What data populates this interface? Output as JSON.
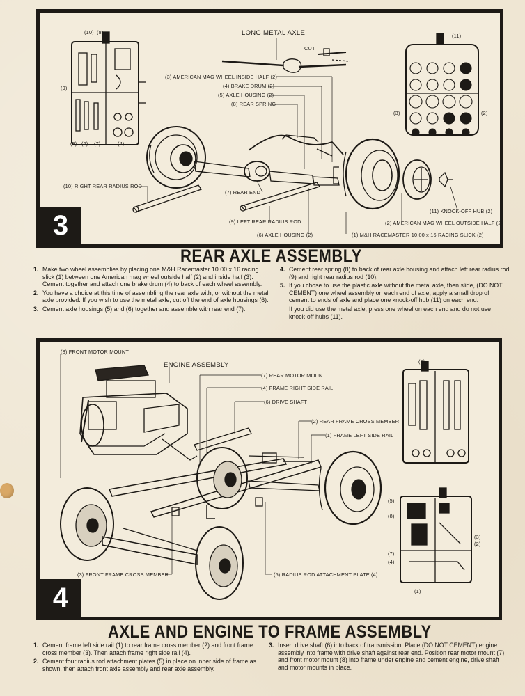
{
  "step3": {
    "number": "3",
    "title": "REAR AXLE ASSEMBLY",
    "labels": {
      "metal_axle": "LONG METAL AXLE",
      "cut": "CUT",
      "mag_inside": "(3) AMERICAN MAG WHEEL INSIDE HALF (2)",
      "brake_drum": "(4) BRAKE DRUM (2)",
      "axle_housing5": "(5) AXLE HOUSING (2)",
      "rear_spring": "(8) REAR SPRING",
      "right_radius": "(10) RIGHT REAR RADIUS ROD",
      "rear_end": "(7) REAR END",
      "left_radius": "(9) LEFT REAR RADIUS ROD",
      "axle_housing6": "(6) AXLE HOUSING (2)",
      "slick": "(1) M&H RACEMASTER 10.00 x 16 RACING SLICK (2)",
      "mag_outside": "(2) AMERICAN MAG WHEEL OUTSIDE HALF (2)",
      "knockoff": "(11) KNOCK-OFF HUB (2)",
      "sprue_left_top10": "(10)",
      "sprue_left_top8": "(8)",
      "sprue_left_9": "(9)",
      "sprue_left_5": "(5)",
      "sprue_left_6": "(6)",
      "sprue_left_7": "(7)",
      "sprue_left_4": "(4)",
      "sprue_right_11": "(11)",
      "sprue_right_3": "(3)",
      "sprue_right_2": "(2)"
    },
    "instructions_left": [
      {
        "n": "1.",
        "text": "Make two wheel assemblies by placing one M&H Racemaster 10.00 x 16 racing slick (1) between one American mag wheel outside half (2) and inside half (3). Cement together and attach one brake drum (4) to back of each wheel assembly."
      },
      {
        "n": "2.",
        "text": "You have a choice at this time of assembling the rear axle with, or without the metal axle provided. If you wish to use the metal axle, cut off the end of axle housings (6)."
      },
      {
        "n": "3.",
        "text": "Cement axle housings (5) and (6) together and assemble with rear end (7)."
      }
    ],
    "instructions_right": [
      {
        "n": "4.",
        "text": "Cement rear spring (8) to back of rear axle housing and attach left rear radius rod (9) and right rear radius rod (10)."
      },
      {
        "n": "5.",
        "text": "If you chose to use the plastic axle without the metal axle, then slide, (DO NOT CEMENT) one wheel assembly on each end of axle, apply a small drop of cement to ends of axle and place one knock-off hub (11) on each end."
      }
    ],
    "note": "If you did use the metal axle, press one wheel on each end and do not use knock-off hubs (11)."
  },
  "step4": {
    "number": "4",
    "title": "AXLE AND ENGINE TO FRAME ASSEMBLY",
    "labels": {
      "front_motor_mount": "(8) FRONT MOTOR MOUNT",
      "engine_assembly": "ENGINE ASSEMBLY",
      "rear_motor_mount": "(7) REAR MOTOR MOUNT",
      "frame_right": "(4) FRAME RIGHT SIDE RAIL",
      "drive_shaft": "(6) DRIVE SHAFT",
      "rear_cross": "(2) REAR FRAME CROSS MEMBER",
      "frame_left": "(1) FRAME LEFT SIDE RAIL",
      "front_cross": "(3) FRONT FRAME CROSS MEMBER",
      "radius_plate": "(5) RADIUS ROD ATTACHMENT PLATE (4)",
      "sprue_6": "(6)",
      "sprue_5": "(5)",
      "sprue_8": "(8)",
      "sprue_3": "(3)",
      "sprue_2": "(2)",
      "sprue_7": "(7)",
      "sprue_4": "(4)",
      "sprue_1": "(1)"
    },
    "instructions_left": [
      {
        "n": "1.",
        "text": "Cement frame left side rail (1) to rear frame cross member (2) and front frame cross member (3). Then attach frame right side rail (4)."
      },
      {
        "n": "2.",
        "text": "Cement four radius rod attachment plates (5) in place on inner side of frame as shown, then attach front axle assembly and rear axle assembly."
      }
    ],
    "instructions_right": [
      {
        "n": "3.",
        "text": "Insert drive shaft (6) into back of transmission. Place (DO NOT CEMENT) engine assembly into frame with drive shaft against rear end. Position rear motor mount (7) and front motor mount (8) into frame under engine and cement engine, drive shaft and motor mounts in place."
      }
    ]
  }
}
